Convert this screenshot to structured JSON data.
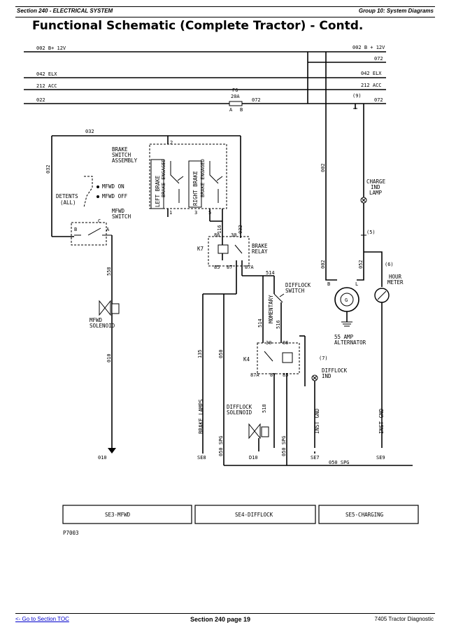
{
  "header": {
    "section": "Section 240 - ELECTRICAL SYSTEM",
    "group": "Group 10: System Diagrams"
  },
  "title": "Functional Schematic (Complete Tractor) - Contd.",
  "bus": {
    "b12v_left": "002 B+ 12V",
    "b12v_right": "002 B + 12V",
    "w072_top": "072",
    "elx_left": "042 ELX",
    "elx_right": "042 ELX",
    "acc_left": "212 ACC",
    "acc_right": "212 ACC",
    "w022": "022",
    "w072_mid": "072",
    "w072_right": "072",
    "fuse_id": "F6",
    "fuse_rating": "20A",
    "fuse_a": "A",
    "fuse_b": "B",
    "conn9": "(9)"
  },
  "labels": {
    "w032": "032",
    "w032_vert": "032",
    "brake_switch": [
      "BRAKE",
      "SWITCH",
      "ASSEMBLY"
    ],
    "left_brake": "LEFT BRAKE",
    "right_brake": "RIGHT BRAKE",
    "brake_engaged_1": "BRAKE ENGAGED",
    "brake_engaged_2": "BRAKE ENGAGED",
    "pin2": "2",
    "pin1": "1",
    "pin3": "3",
    "pin5": "5",
    "detents": [
      "DETENTS",
      "(ALL)"
    ],
    "mfwd_on": "MFWD ON",
    "mfwd_off": "MFWD OFF",
    "mfwd_switch": [
      "MFWD",
      "SWITCH"
    ],
    "sw_b": "B",
    "sw_a": "A",
    "sw_c": "C",
    "w558": "558",
    "mfwd_solenoid": [
      "MFWD",
      "SOLENOID"
    ],
    "w010_vert": "010",
    "w010_bottom": "010",
    "k7": "K7",
    "k7_86": "86",
    "k7_30": "30",
    "k7_85": "85",
    "k7_87": "87",
    "k7_87a": "87A",
    "w116": "116",
    "w032_relay": "032",
    "brake_relay": [
      "BRAKE",
      "RELAY"
    ],
    "w514": "514",
    "w514_vert": "514",
    "w516": "516",
    "momentary": "MOMENTARY",
    "difflock_switch": [
      "DIFFLOCK",
      "SWITCH"
    ],
    "w135": "135",
    "w050_vert": "050",
    "brake_lamps": "BRAKE LAMPS",
    "w050_spg_a": "050 SPG",
    "se8": "SE8",
    "k4": "K4",
    "k4_30": "30",
    "k4_86": "86",
    "k4_87a": "87A",
    "k4_87": "87",
    "k4_85": "85",
    "difflock_solenoid": [
      "DIFFLOCK",
      "SOLENOID"
    ],
    "w518": "518",
    "w010_d": "D10",
    "w050_spg_b": "050 SPG",
    "conn7": "(7)",
    "difflock_ind": [
      "DIFFLOCK",
      "IND"
    ],
    "inst_gnd_1": "INST GND",
    "se7": "SE7",
    "w002_vert": "002",
    "w002_alt": "002",
    "w052_alt": "052",
    "alt_b": "B",
    "alt_l": "L",
    "alt_g": "G",
    "alternator": [
      "55 AMP",
      "ALTERNATOR"
    ],
    "charge_ind": [
      "CHARGE",
      "IND",
      "LAMP"
    ],
    "conn5": "(5)",
    "conn6": "(6)",
    "hour_meter": [
      "HOUR",
      "METER"
    ],
    "inst_gnd_2": "INST GND",
    "se9": "SE9",
    "w050_spg_bottom": "050 SPG"
  },
  "sections": [
    "SE3-MFWD",
    "SE4-DIFFLOCK",
    "SE5-CHARGING"
  ],
  "figure_id": "P7003",
  "footer": {
    "toc_link": "<- Go to Section TOC",
    "page": "Section 240 page 19",
    "doc": "7405 Tractor Diagnostic"
  }
}
